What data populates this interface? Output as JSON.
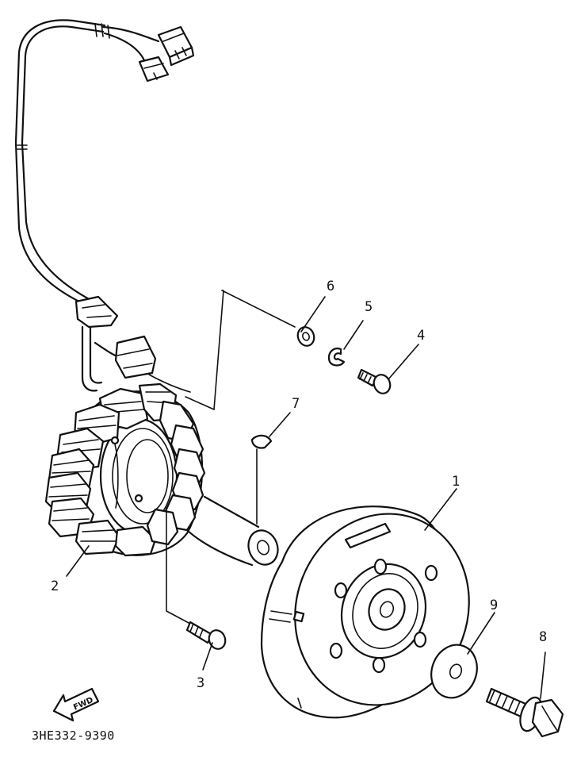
{
  "diagram": {
    "part_code": "3HE332-9390",
    "direction_label": "FWD",
    "callouts": [
      {
        "id": "1",
        "label": "1"
      },
      {
        "id": "2",
        "label": "2"
      },
      {
        "id": "3",
        "label": "3"
      },
      {
        "id": "4",
        "label": "4"
      },
      {
        "id": "5",
        "label": "5"
      },
      {
        "id": "6",
        "label": "6"
      },
      {
        "id": "7",
        "label": "7"
      },
      {
        "id": "8",
        "label": "8"
      },
      {
        "id": "9",
        "label": "9"
      }
    ]
  }
}
